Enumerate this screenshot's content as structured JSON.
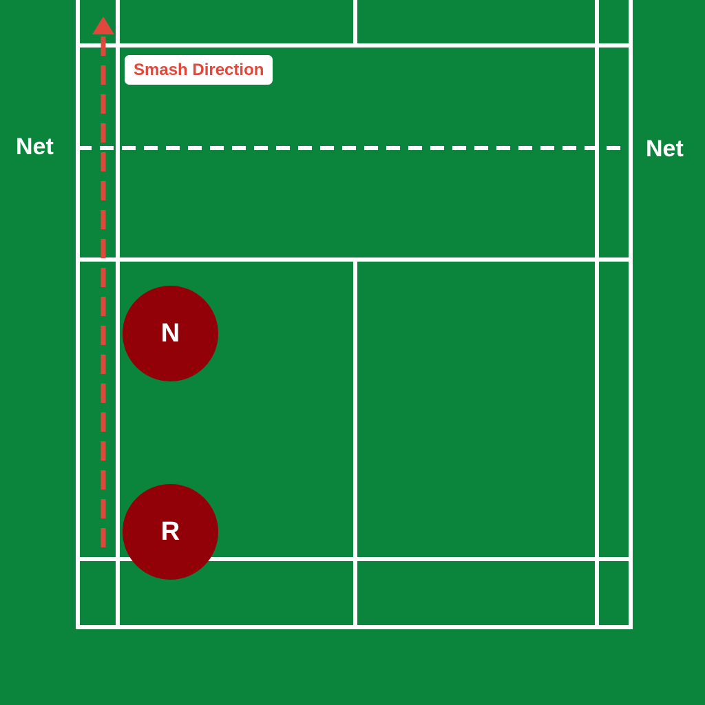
{
  "labels": {
    "net_left": "Net",
    "net_right": "Net",
    "smash_direction": "Smash Direction"
  },
  "players": [
    {
      "id": "N",
      "label": "N"
    },
    {
      "id": "R",
      "label": "R"
    }
  ],
  "colors": {
    "court": "#0b853c",
    "lines": "#ffffff",
    "player_fill": "#930108",
    "arrow": "#e0483b"
  }
}
